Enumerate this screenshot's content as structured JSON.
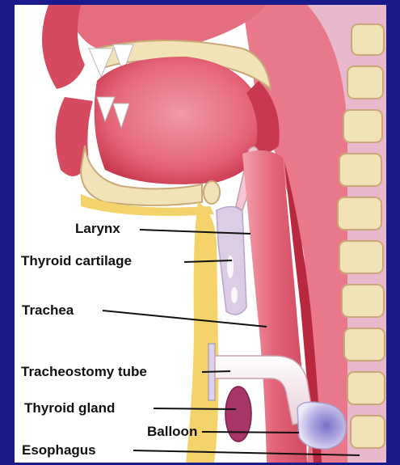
{
  "colors": {
    "frame": "#1a1a8c",
    "background": "#ffffff",
    "tissue": "#e05a6e",
    "tissue_dark": "#b8283f",
    "fat": "#f4d36a",
    "bone": "#f1e2b8",
    "cartilage": "#d8c8e8",
    "tube": "#f4e4ea",
    "balloon": "#c9c4ea",
    "thyroid_gland": "#a8356a",
    "label_text": "#111111",
    "leader_line": "#111111"
  },
  "labels": {
    "larynx": "Larynx",
    "thyroid_cartilage": "Thyroid cartilage",
    "trachea": "Trachea",
    "tracheostomy_tube": "Tracheostomy tube",
    "thyroid_gland": "Thyroid gland",
    "balloon": "Balloon",
    "esophagus": "Esophagus"
  }
}
